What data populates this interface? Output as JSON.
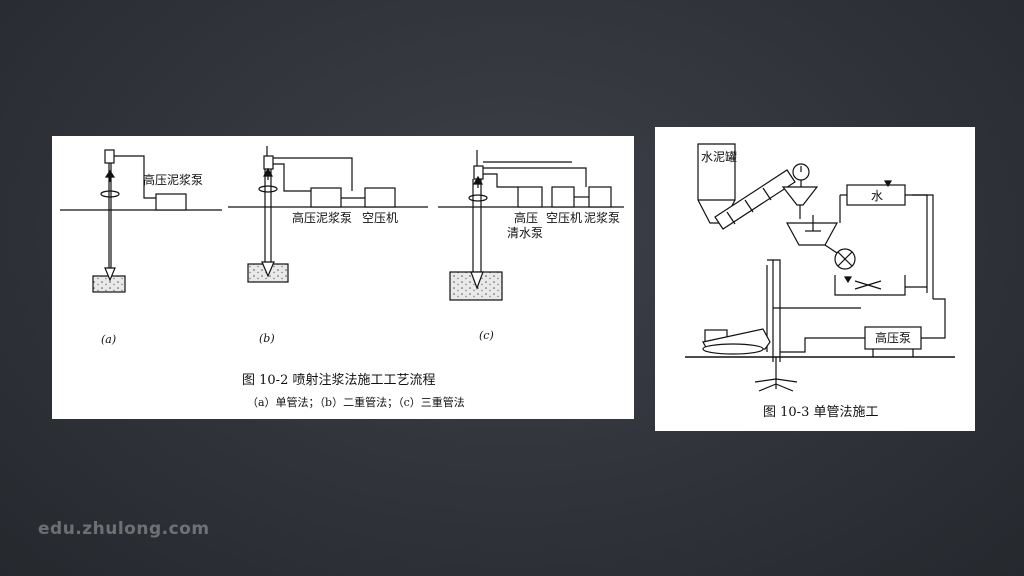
{
  "figure_left": {
    "labels": {
      "pump_a": "高压泥浆泵",
      "pump_b": "高压泥浆泵",
      "compressor_b": "空压机",
      "high_c": "高压",
      "water_pump_c": "清水泵",
      "compressor_c": "空压机",
      "mud_pump_c": "泥浆泵"
    },
    "sub_labels": [
      "(a)",
      "(b)",
      "(c)"
    ],
    "caption": "图 10-2    喷射注浆法施工工艺流程",
    "subcaption": "（a）单管法；（b）二重管法；（c）三重管法"
  },
  "figure_right": {
    "labels": {
      "cement_tank": "水泥罐",
      "water": "水",
      "high_pressure_pump": "高压泵"
    },
    "caption": "图 10-3    单管法施工"
  },
  "watermark": "edu.zhulong.com"
}
